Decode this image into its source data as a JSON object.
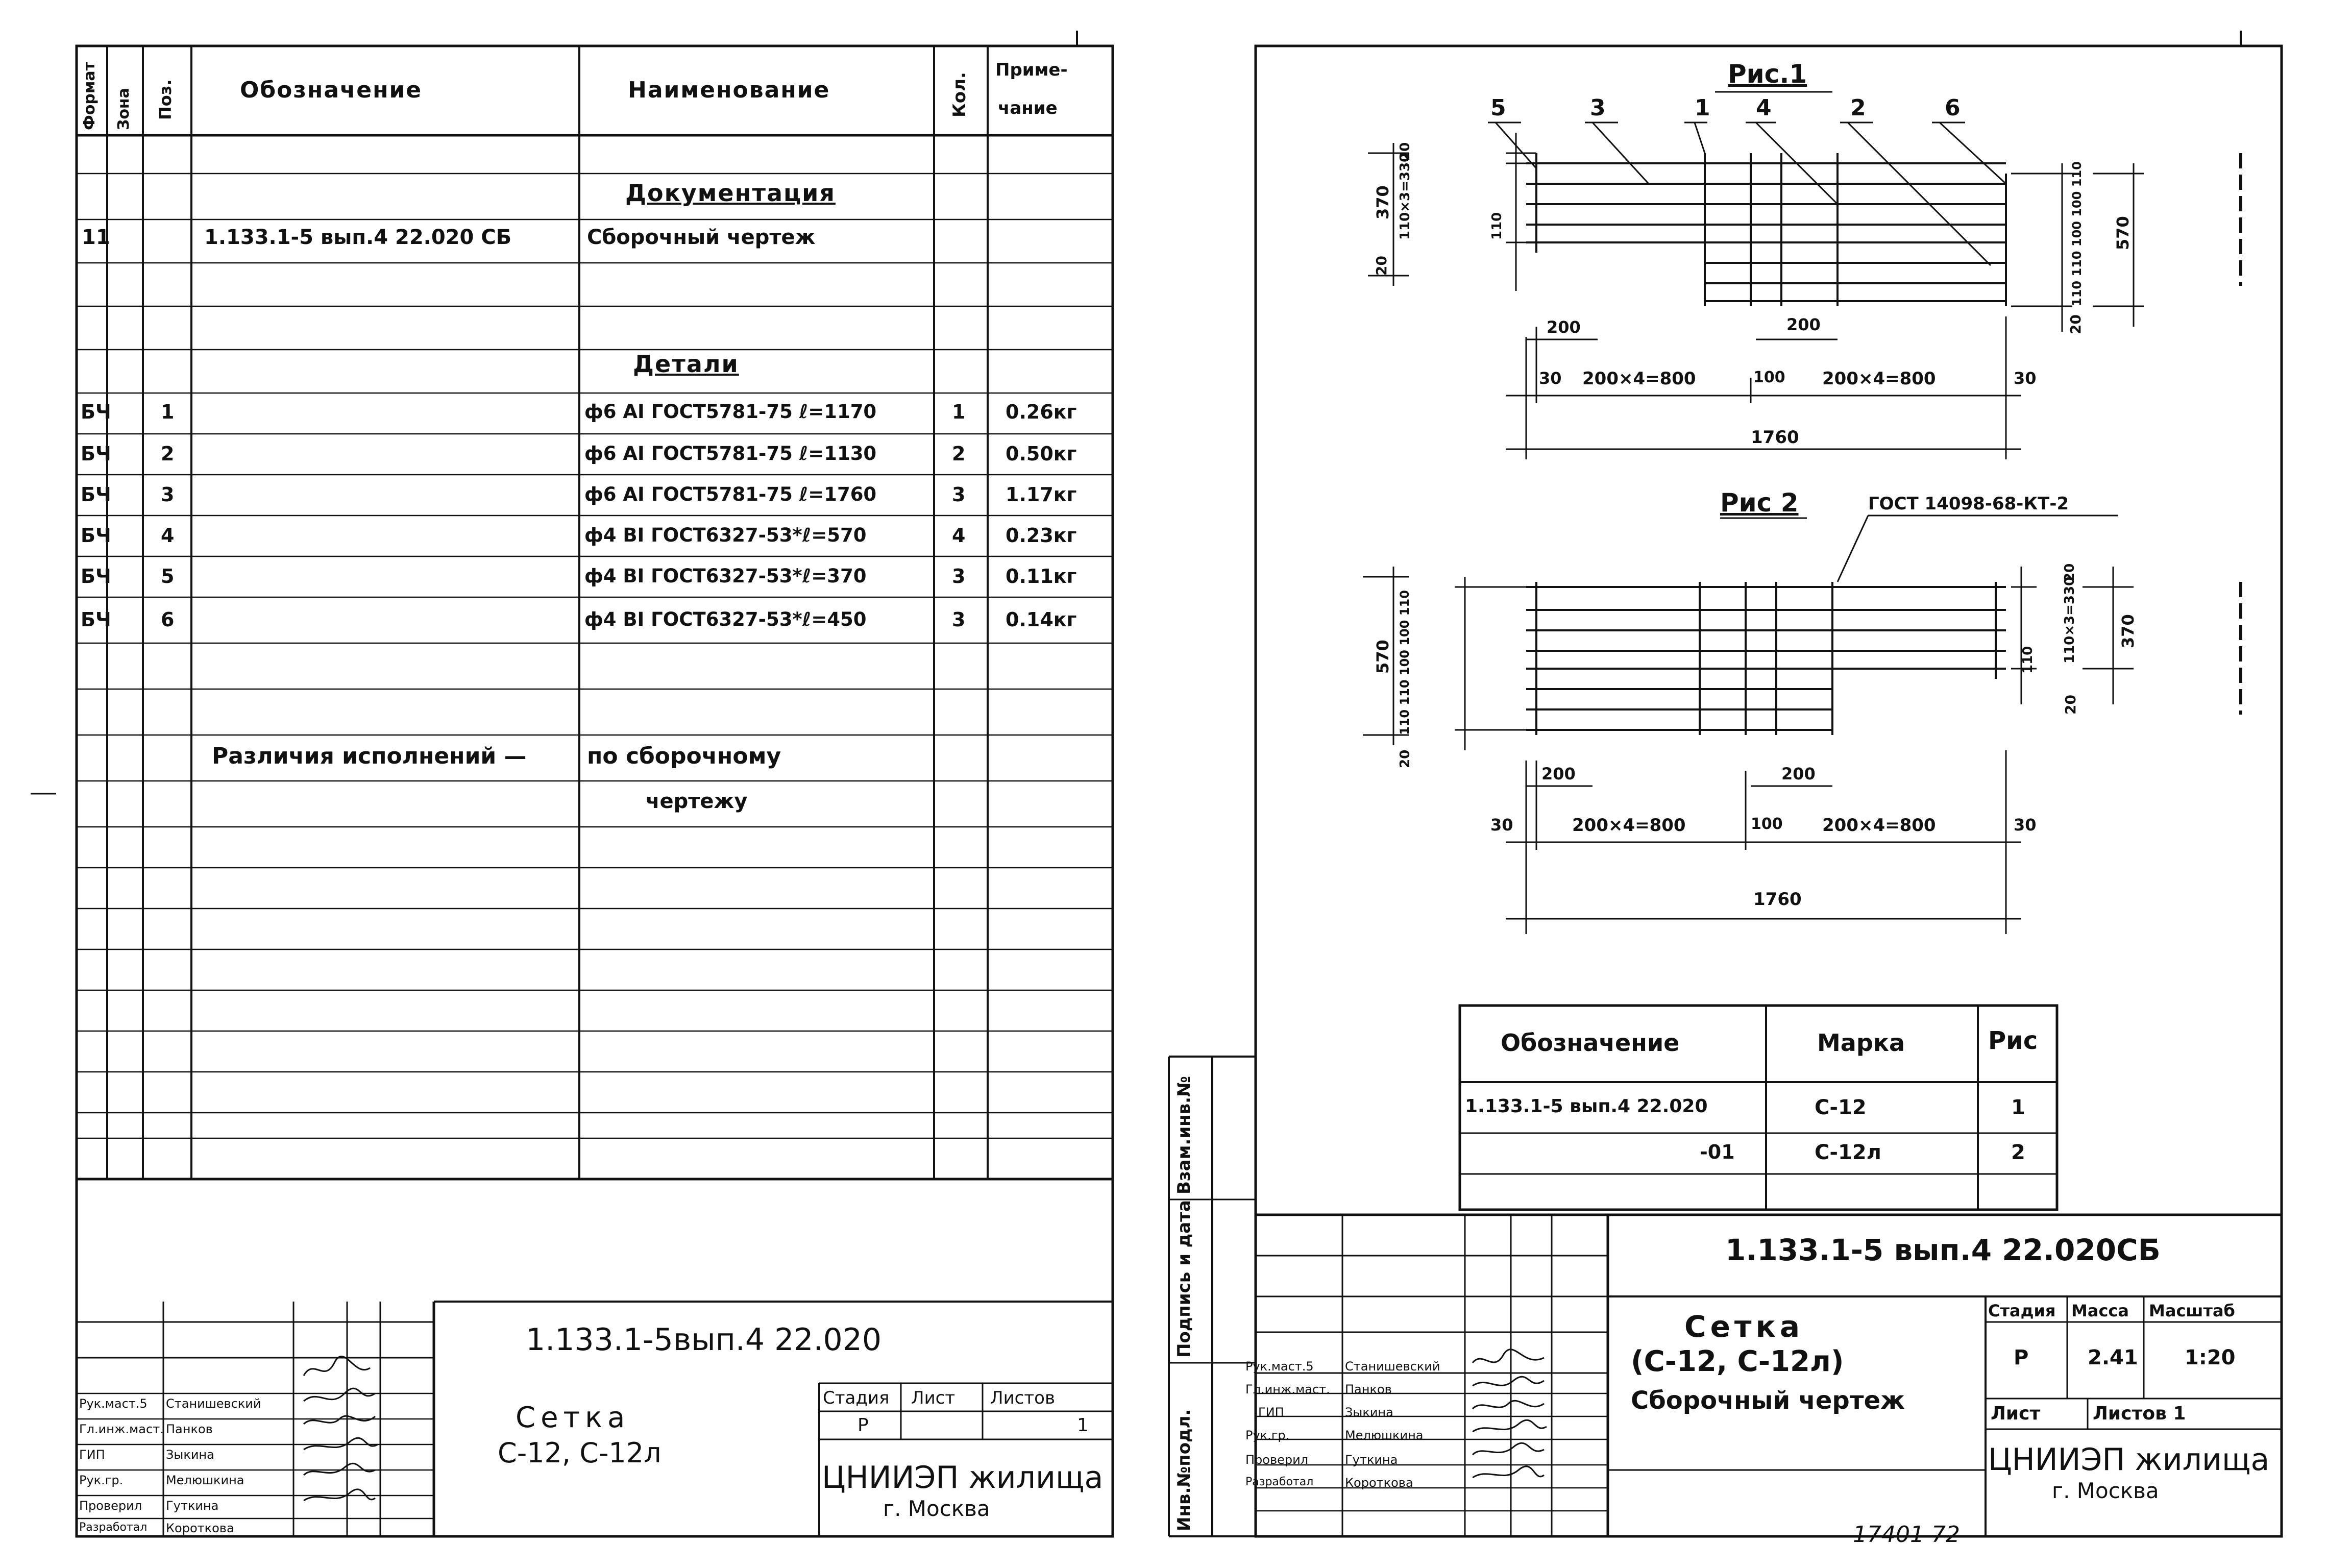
{
  "spec_sheet": {
    "header": {
      "format": "Формат",
      "zone": "Зона",
      "pos": "Поз.",
      "designation": "Обозначение",
      "name": "Наименование",
      "qty": "Кол.",
      "note_1": "Приме-",
      "note_2": "чание"
    },
    "section_docs": "Документация",
    "doc_row": {
      "format": "11",
      "designation": "1.133.1-5 вып.4 22.020 СБ",
      "name": "Сборочный чертеж"
    },
    "section_details": "Детали",
    "rows": [
      {
        "format": "БЧ",
        "pos": "1",
        "name": "ф6 AI ГОСТ5781-75 ℓ=1170",
        "qty": "1",
        "note": "0.26кг"
      },
      {
        "format": "БЧ",
        "pos": "2",
        "name": "ф6 AI ГОСТ5781-75 ℓ=1130",
        "qty": "2",
        "note": "0.50кг"
      },
      {
        "format": "БЧ",
        "pos": "3",
        "name": "ф6 AI ГОСТ5781-75 ℓ=1760",
        "qty": "3",
        "note": "1.17кг"
      },
      {
        "format": "БЧ",
        "pos": "4",
        "name": "ф4 BI ГОСТ6327-53*ℓ=570",
        "qty": "4",
        "note": "0.23кг"
      },
      {
        "format": "БЧ",
        "pos": "5",
        "name": "ф4 BI ГОСТ6327-53*ℓ=370",
        "qty": "3",
        "note": "0.11кг"
      },
      {
        "format": "БЧ",
        "pos": "6",
        "name": "ф4 BI ГОСТ6327-53*ℓ=450",
        "qty": "3",
        "note": "0.14кг"
      }
    ],
    "note_line_1a": "Различия исполнений —",
    "note_line_1b": "по сборочному",
    "note_line_2": "чертежу",
    "title_block": {
      "code": "1.133.1-5вып.4   22.020",
      "title_1": "Сетка",
      "title_2": "С-12, С-12л",
      "stage_label": "Стадия",
      "sheet_label": "Лист",
      "sheets_label": "Листов",
      "stage": "Р",
      "sheets": "1",
      "org_1": "ЦНИИЭП жилища",
      "org_2": "г. Москва",
      "people": [
        {
          "role": "Рук.маст.5",
          "name": "Станишевский"
        },
        {
          "role": "Гл.инж.маст.",
          "name": "Панков"
        },
        {
          "role": "ГИП",
          "name": "Зыкина"
        },
        {
          "role": "Рук.гр.",
          "name": "Мелюшкина"
        },
        {
          "role": "Проверил",
          "name": "Гуткина"
        },
        {
          "role": "Разработал",
          "name": "Короткова"
        }
      ]
    }
  },
  "drawing_sheet": {
    "fig1": {
      "title": "Рис.1",
      "callouts": [
        "5",
        "3",
        "1",
        "4",
        "2",
        "6"
      ],
      "dims": {
        "d370": "370",
        "d20a": "20",
        "d110x3": "110×3=330",
        "d20b": "20",
        "d110": "110",
        "d570": "570",
        "d20c": "20",
        "right_stack": "110 110 100 100 110",
        "d200a": "200",
        "d200b": "200",
        "d30a": "30",
        "d200x4a": "200×4=800",
        "d100": "100",
        "d200x4b": "200×4=800",
        "d30b": "30",
        "d1760": "1760"
      }
    },
    "fig2": {
      "title": "Рис 2",
      "gost": "ГОСТ 14098-68-КТ-2",
      "dims": {
        "d570": "570",
        "left_stack": "110 110 100 100 110",
        "d20": "20",
        "d20a": "20",
        "d110x3": "110×3=330",
        "d110": "110",
        "d370": "370",
        "d20b": "20",
        "d200a": "200",
        "d200b": "200",
        "d30a": "30",
        "d200x4a": "200×4=800",
        "d100": "100",
        "d200x4b": "200×4=800",
        "d30b": "30",
        "d1760": "1760"
      }
    },
    "marks_table": {
      "headers": [
        "Обозначение",
        "Марка",
        "Рис"
      ],
      "rows": [
        {
          "designation": "1.133.1-5 вып.4 22.020",
          "mark": "С-12",
          "fig": "1"
        },
        {
          "designation": "-01",
          "mark": "С-12л",
          "fig": "2"
        }
      ]
    },
    "side_stamp": [
      "Инв.№подл.",
      "Подпись и дата",
      "Взам.инв.№"
    ],
    "title_block": {
      "code": "1.133.1-5 вып.4   22.020СБ",
      "title_1": "Сетка",
      "title_2": "(С-12, С-12л)",
      "title_3": "Сборочный чертеж",
      "stage_label": "Стадия",
      "mass_label": "Масса",
      "scale_label": "Масштаб",
      "stage": "Р",
      "mass": "2.41",
      "scale": "1:20",
      "sheet_label": "Лист",
      "sheets_label": "Листов 1",
      "org_1": "ЦНИИЭП жилища",
      "org_2": "г. Москва",
      "people": [
        {
          "role": "Рук.маст.5",
          "name": "Станишевский"
        },
        {
          "role": "Гл.инж.маст.",
          "name": "Панков"
        },
        {
          "role": "ГИП",
          "name": "Зыкина"
        },
        {
          "role": "Рук.гр.",
          "name": "Мелюшкина"
        },
        {
          "role": "Проверил",
          "name": "Гуткина"
        },
        {
          "role": "Разработал",
          "name": "Короткова"
        }
      ]
    },
    "footer_number": "17401   72"
  }
}
